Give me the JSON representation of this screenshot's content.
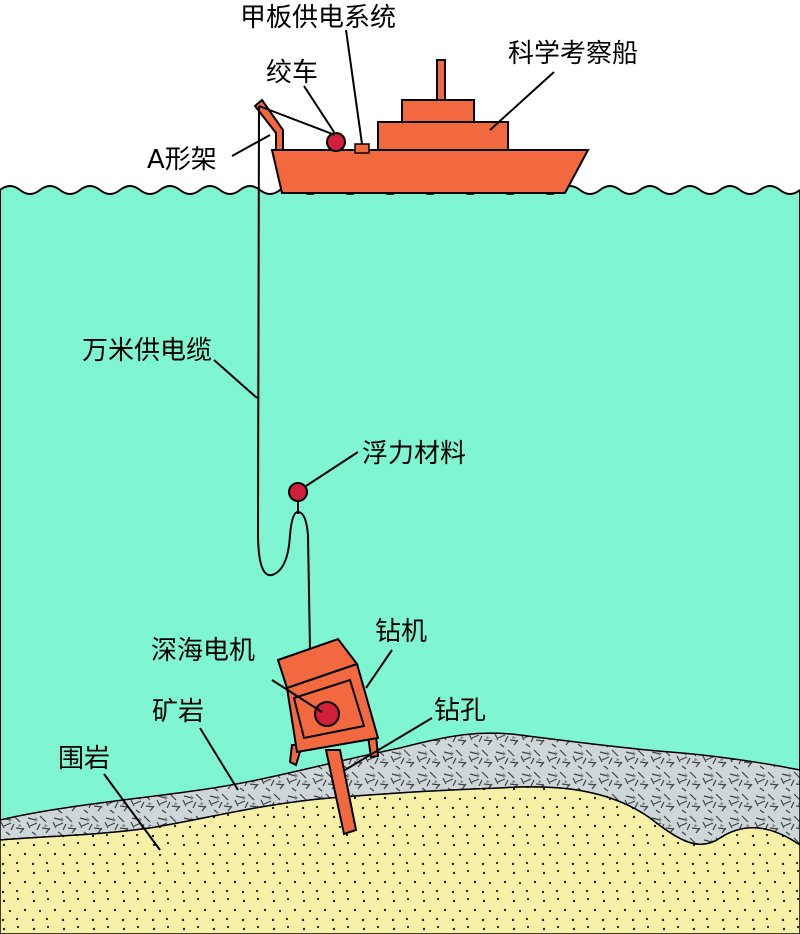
{
  "labels": {
    "deck_power": "甲板供电系统",
    "winch": "绞车",
    "research_ship": "科学考察船",
    "a_frame": "A形架",
    "cable": "万米供电缆",
    "buoyancy": "浮力材料",
    "drill": "钻机",
    "motor": "深海电机",
    "ore_rock": "矿岩",
    "borehole": "钻孔",
    "wall_rock": "围岩"
  },
  "colors": {
    "sea": "#7ff5d2",
    "ship": "#f2693f",
    "buoy": "#d11f3a",
    "sand": "#f5f0a2",
    "ore": "#c9cfd2"
  }
}
